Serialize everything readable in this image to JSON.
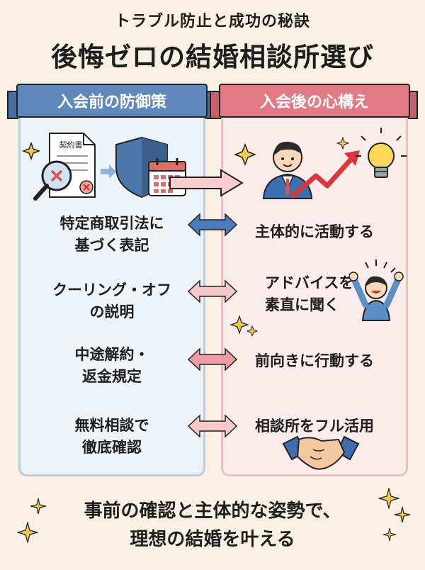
{
  "header": {
    "subtitle": "トラブル防止と成功の秘訣",
    "title": "後悔ゼロの結婚相談所選び"
  },
  "left": {
    "ribbon": "入会前の防御策",
    "doc_label": "契約書",
    "items": [
      "特定商取引法に\n基づく表記",
      "クーリング・オフ\nの説明",
      "中途解約・\n返金規定",
      "無料相談で\n徹底確認"
    ]
  },
  "right": {
    "ribbon": "入会後の心構え",
    "items": [
      "主体的に活動する",
      "アドバイスを\n素直に聞く",
      "前向きに行動する",
      "相談所をフル活用"
    ]
  },
  "footer": {
    "line1": "事前の確認と主体的な姿勢で、",
    "line2": "理想の結婚を叶える"
  },
  "colors": {
    "blue": "#5f88bd",
    "pink": "#e27a86",
    "background": "#f8f1e3",
    "gold": "#f2c94c"
  }
}
